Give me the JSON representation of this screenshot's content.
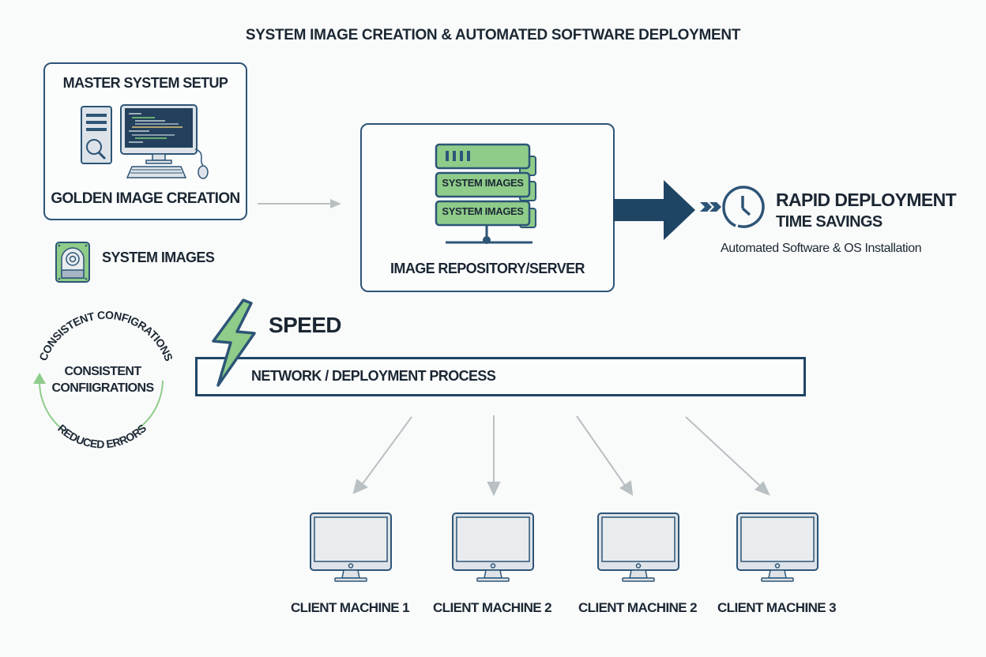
{
  "title": "SYSTEM IMAGE CREATION & AUTOMATED SOFTWARE DEPLOYMENT",
  "master": {
    "heading": "MASTER SYSTEM SETUP",
    "caption": "GOLDEN IMAGE CREATION",
    "icon": "desktop-computer-icon"
  },
  "system_images_legend": {
    "label": "SYSTEM IMAGES",
    "icon": "hard-drive-icon"
  },
  "repository": {
    "caption": "IMAGE REPOSITORY/SERVER",
    "slots": [
      "SYSTEM IMAGES",
      "SYSTEM IMAGES"
    ],
    "icon": "server-stack-icon"
  },
  "rapid": {
    "heading": "RAPID DEPLOYMENT",
    "subheading": "TIME SAVINGS",
    "description": "Automated Software & OS Installation",
    "icon": "clock-icon"
  },
  "cycle": {
    "outer_top": "CONSISTENT CONFIGRATIONS",
    "center_line1": "CONSISTENT",
    "center_line2": "CONFIIGRATIONS",
    "outer_bottom": "REDUCED ERRORS"
  },
  "speed": {
    "label": "SPEED",
    "icon": "lightning-bolt-icon"
  },
  "network": {
    "label": "NETWORK / DEPLOYMENT PROCESS"
  },
  "clients": [
    {
      "label": "CLIENT MACHINE 1"
    },
    {
      "label": "CLIENT MACHINE 2"
    },
    {
      "label": "CLIENT MACHINE 2"
    },
    {
      "label": "CLIENT MACHINE 3"
    }
  ],
  "colors": {
    "navy": "#1f4565",
    "green": "#8fcc8a",
    "arrow_gray": "#b9c0c3"
  }
}
